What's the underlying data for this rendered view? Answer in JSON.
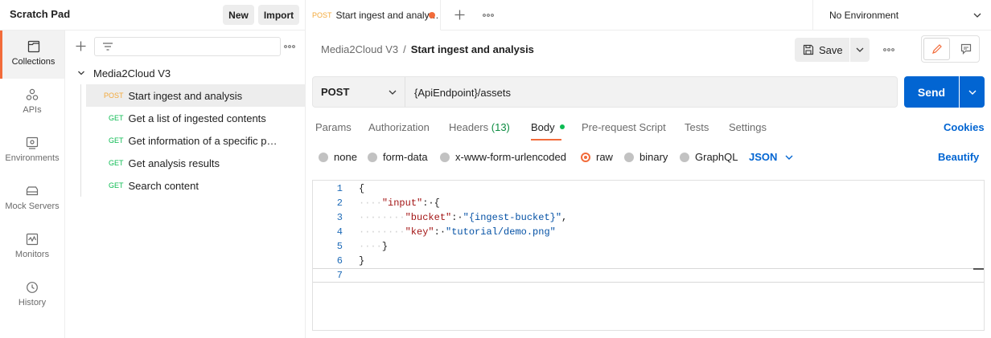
{
  "workspace": {
    "title": "Scratch Pad",
    "new_label": "New",
    "import_label": "Import"
  },
  "sidebar_nav": [
    {
      "label": "Collections",
      "icon": "collections-icon",
      "active": true
    },
    {
      "label": "APIs",
      "icon": "apis-icon"
    },
    {
      "label": "Environments",
      "icon": "environments-icon"
    },
    {
      "label": "Mock Servers",
      "icon": "mock-servers-icon"
    },
    {
      "label": "Monitors",
      "icon": "monitors-icon"
    },
    {
      "label": "History",
      "icon": "history-icon"
    }
  ],
  "collections": {
    "name": "Media2Cloud V3",
    "requests": [
      {
        "method": "POST",
        "name": "Start ingest and analysis",
        "selected": true
      },
      {
        "method": "GET",
        "name": "Get a list of ingested contents"
      },
      {
        "method": "GET",
        "name": "Get information of a specific process"
      },
      {
        "method": "GET",
        "name": "Get analysis results"
      },
      {
        "method": "GET",
        "name": "Search content"
      }
    ]
  },
  "tab": {
    "method": "POST",
    "name": "Start ingest and analysis",
    "unsaved_dot_color": "#f26b3a"
  },
  "environment": {
    "selected": "No Environment"
  },
  "breadcrumb": {
    "collection": "Media2Cloud V3",
    "separator": "/",
    "request": "Start ingest and analysis"
  },
  "actions": {
    "save_label": "Save"
  },
  "request": {
    "method": "POST",
    "url": "{ApiEndpoint}/assets",
    "send_label": "Send"
  },
  "request_tabs": {
    "params": "Params",
    "authorization": "Authorization",
    "headers": "Headers",
    "headers_count": "(13)",
    "body": "Body",
    "prerequest": "Pre-request Script",
    "tests": "Tests",
    "settings": "Settings",
    "cookies": "Cookies"
  },
  "body_types": {
    "none": "none",
    "form_data": "form-data",
    "urlencoded": "x-www-form-urlencoded",
    "raw": "raw",
    "binary": "binary",
    "graphql": "GraphQL",
    "selected": "raw",
    "format": "JSON",
    "beautify": "Beautify"
  },
  "editor": {
    "line_numbers": [
      "1",
      "2",
      "3",
      "4",
      "5",
      "6",
      "7"
    ],
    "keys": {
      "input": "\"input\"",
      "bucket": "\"bucket\"",
      "key": "\"key\""
    },
    "values": {
      "bucket": "\"{ingest-bucket}\"",
      "key": "\"tutorial/demo.png\""
    }
  },
  "colors": {
    "accent": "#f26b3a",
    "primary_blue": "#0265d2",
    "post": "#f3a93b",
    "get": "#0cbb52"
  }
}
